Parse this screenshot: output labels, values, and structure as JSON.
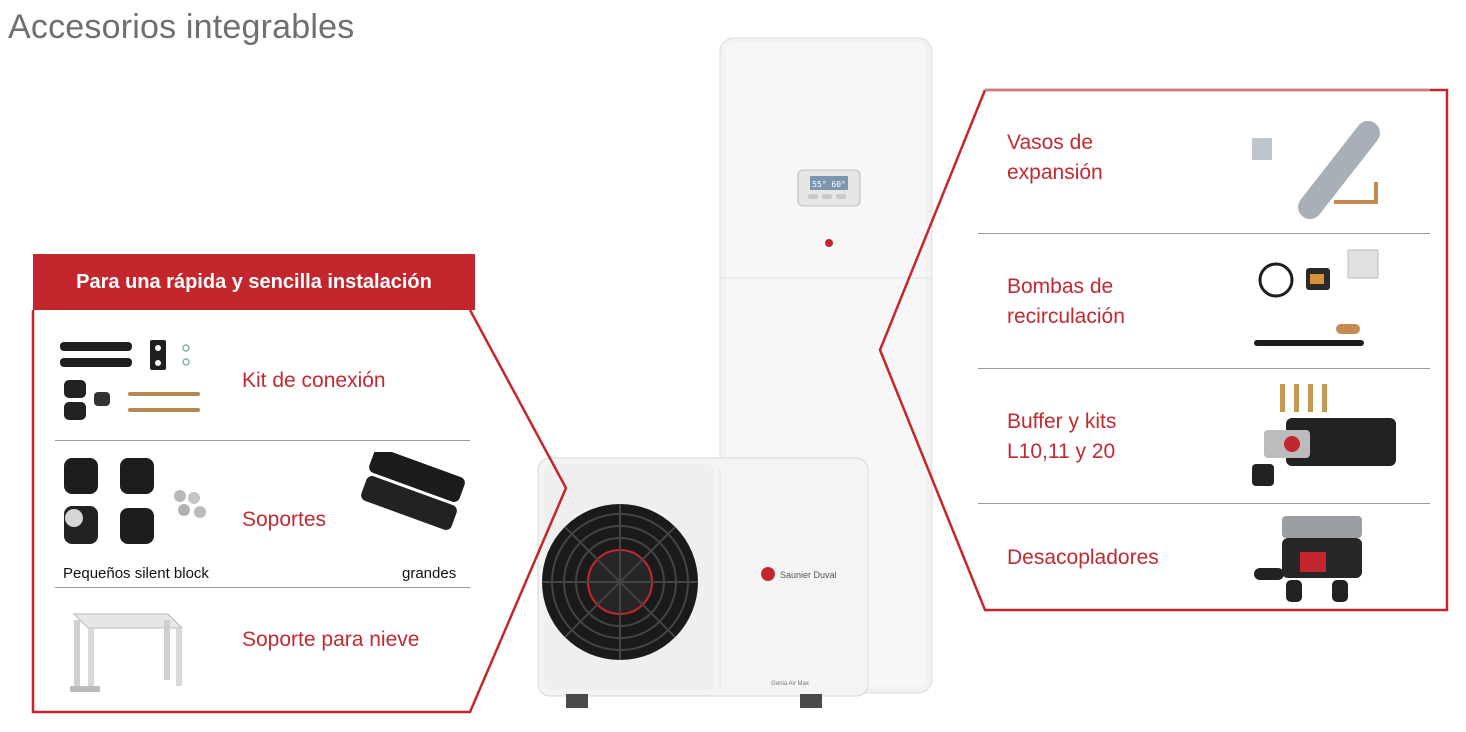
{
  "title": "Accesorios integrables",
  "left_panel": {
    "header": "Para una rápida y sencilla instalación",
    "items": [
      {
        "label": "Kit de conexión"
      },
      {
        "label": "Soportes",
        "sub_left": "Pequeños silent block",
        "sub_right": "grandes"
      },
      {
        "label": "Soporte para nieve"
      }
    ]
  },
  "right_panel": {
    "items": [
      {
        "line1": "Vasos de",
        "line2": "expansión"
      },
      {
        "line1": "Bombas de",
        "line2": "recirculación"
      },
      {
        "line1": "Buffer y kits",
        "line2": "L10,11 y 20"
      },
      {
        "line1": "Desacopladores",
        "line2": ""
      }
    ]
  },
  "product": {
    "brand": "Saunier Duval",
    "model": "Genia Air Max",
    "display_readout": "55° 60°"
  },
  "colors": {
    "accent": "#c4262e",
    "title": "#6f6f6f",
    "divider": "#9a9a9a"
  }
}
